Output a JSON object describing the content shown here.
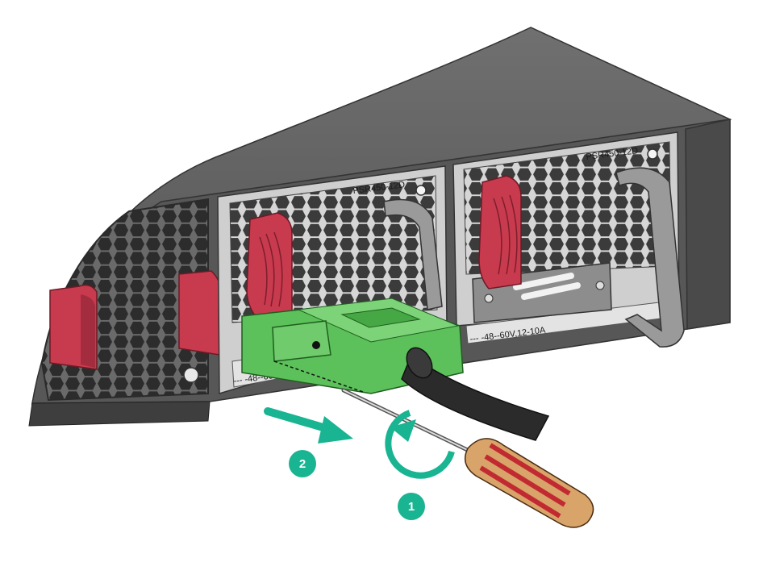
{
  "modules": {
    "left": {
      "model": "PSR450-12D",
      "rating": "--- -48--60V,12-"
    },
    "right": {
      "model": "PSR450-12D",
      "rating": "--- -48--60V,12-10A"
    }
  },
  "steps": {
    "one": "1",
    "two": "2"
  },
  "colors": {
    "chassis": "#5b5b5b",
    "panel": "#dcdcdc",
    "latch": "#c83a4e",
    "connector": "#5cc15a",
    "accent": "#19b491",
    "handle": "#8f8f8f"
  }
}
